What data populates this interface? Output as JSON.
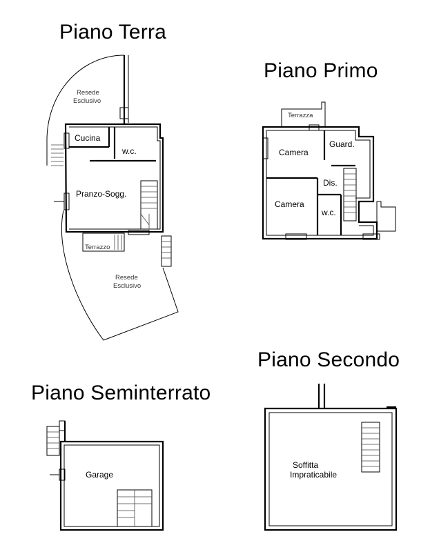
{
  "floors": {
    "ground": {
      "title": "Piano Terra",
      "rooms": {
        "cucina": "Cucina",
        "wc": "w.c.",
        "pranzo": "Pranzo-Sogg.",
        "terrazzo": "Terrazzo",
        "resede_top_1": "Resede",
        "resede_top_2": "Esclusivo",
        "resede_bottom_1": "Resede",
        "resede_bottom_2": "Esclusivo"
      }
    },
    "first": {
      "title": "Piano Primo",
      "rooms": {
        "terrazza": "Terrazza",
        "camera1": "Camera",
        "guard": "Guard.",
        "dis": "Dis.",
        "camera2": "Camera",
        "wc": "w.c."
      }
    },
    "basement": {
      "title": "Piano Seminterrato",
      "rooms": {
        "garage": "Garage"
      }
    },
    "second": {
      "title": "Piano Secondo",
      "rooms": {
        "soffitta_1": "Soffitta",
        "soffitta_2": "Impraticabile"
      }
    }
  }
}
